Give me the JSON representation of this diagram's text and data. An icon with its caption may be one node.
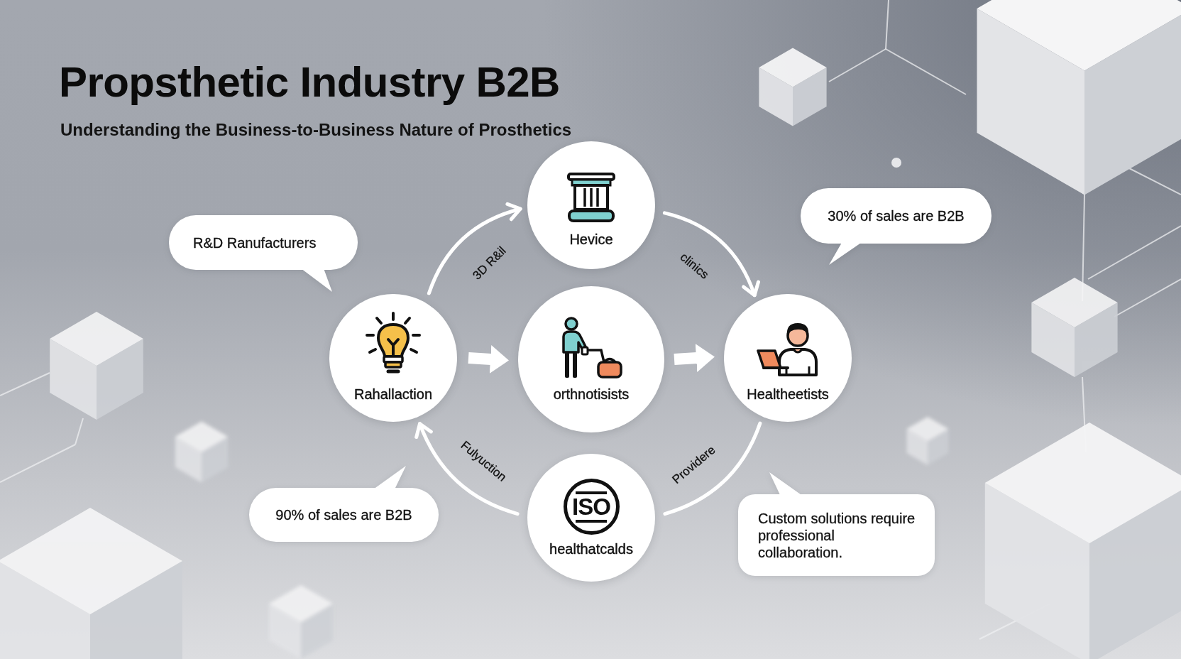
{
  "diagram": {
    "title": "Propsthetic Industry B2B",
    "nodes": [
      {
        "text": [
          "Hevice"
        ]
      },
      {
        "text": [
          "30% of sales are B2B"
        ]
      },
      {
        "text": [
          "R&D Ranufacturers"
        ]
      },
      {
        "text": [
          "Rahallaction"
        ]
      },
      {
        "text": [
          "orthnotisists"
        ]
      },
      {
        "text": [
          "Healtheetists"
        ]
      },
      {
        "text": [
          "ISO",
          "healthatcalds"
        ]
      },
      {
        "text": [
          "90% of sales are B2B"
        ]
      },
      {
        "text": [
          "Custom solutions require professional collaboration."
        ]
      }
    ],
    "edges": [
      {
        "from": 3,
        "to": 0,
        "arrow": "to",
        "label": "3D R&il"
      },
      {
        "from": 0,
        "to": 5,
        "arrow": "to",
        "label": "clinics"
      },
      {
        "from": 3,
        "to": 4,
        "arrow": "to",
        "style": "thick"
      },
      {
        "from": 4,
        "to": 5,
        "arrow": "to",
        "style": "thick"
      },
      {
        "from": 6,
        "to": 3,
        "arrow": "to",
        "label": "Fulyuction"
      },
      {
        "from": 5,
        "to": 6,
        "arrow": "none",
        "label": "Providere"
      }
    ],
    "labels": [
      "Understanding the Business-to-Business Nature of Prosthetics"
    ]
  }
}
